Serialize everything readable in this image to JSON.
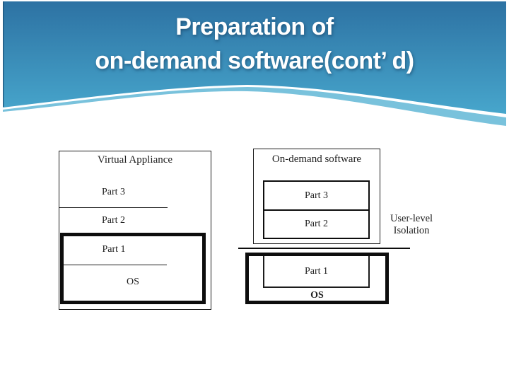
{
  "slide": {
    "title_line1": "Preparation of",
    "title_line2": "on-demand software(cont’ d)"
  },
  "colors": {
    "header_top": "#2d72a3",
    "header_bottom": "#47a6cc",
    "header_edge": "#1d547a",
    "swoosh_light": "#79c2dc",
    "line_color": "#1c1c1c"
  },
  "diagram": {
    "left": {
      "title": "Virtual Appliance",
      "part3": "Part 3",
      "part2": "Part 2",
      "part1": "Part 1",
      "os": "OS"
    },
    "right": {
      "title": "On-demand software",
      "part3": "Part 3",
      "part2": "Part 2",
      "part1": "Part 1",
      "os": "OS",
      "annotation_line1": "User-level",
      "annotation_line2": "Isolation"
    }
  }
}
